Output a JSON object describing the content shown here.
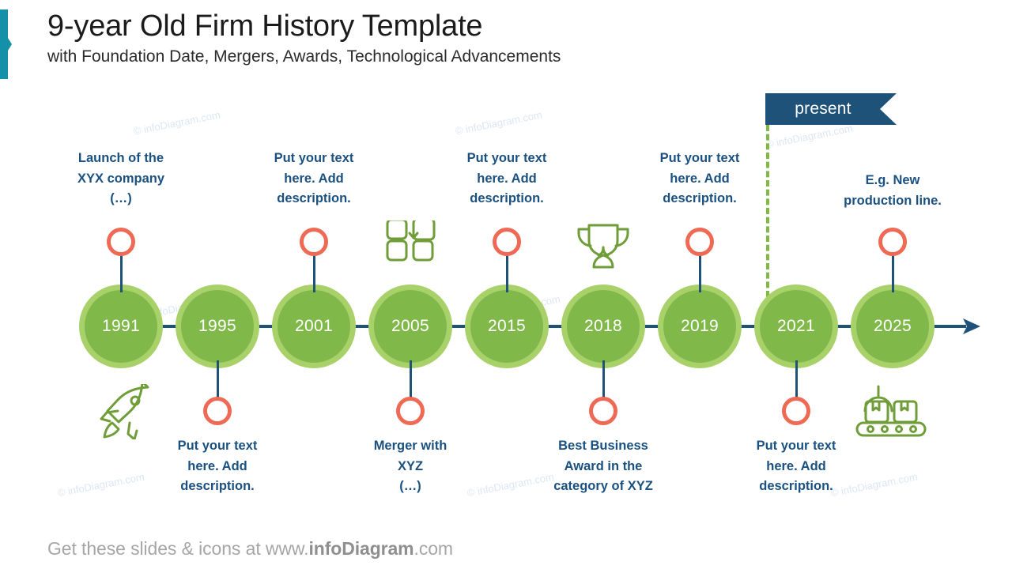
{
  "theme": {
    "accent_teal": "#1491a8",
    "navy": "#1b5180",
    "banner_blue": "#1f5279",
    "circle_outer_green": "#a9d169",
    "circle_inner_green": "#80b94a",
    "marker_red": "#ef6a54",
    "icon_green": "#6f9e38",
    "dashed_green": "#7fba42",
    "footer_grey": "#a6a6a6"
  },
  "header": {
    "title": "9-year Old Firm History Template",
    "subtitle": "with Foundation Date, Mergers, Awards, Technological Advancements"
  },
  "banner": {
    "present_label": "present"
  },
  "timeline": {
    "years": [
      "1991",
      "1995",
      "2001",
      "2005",
      "2015",
      "2018",
      "2019",
      "2021",
      "2025"
    ],
    "end_arrow": "arrow-right"
  },
  "milestones_above": [
    {
      "year": "1991",
      "text": "Launch of the\nXYX company\n(…)"
    },
    {
      "year": "2001",
      "text": "Put your text\nhere. Add\ndescription."
    },
    {
      "year": "2015",
      "text": "Put your text\nhere. Add\ndescription."
    },
    {
      "year": "2019",
      "text": "Put your text\nhere. Add\ndescription."
    },
    {
      "year": "2025",
      "text": "E.g. New\nproduction line."
    }
  ],
  "milestones_below": [
    {
      "year": "1995",
      "text": "Put your text\nhere. Add\ndescription."
    },
    {
      "year": "2005",
      "text": "Merger with\nXYZ\n(…)"
    },
    {
      "year": "2018",
      "text": "Best Business\nAward in the\ncategory of XYZ"
    },
    {
      "year": "2021",
      "text": "Put your text\nhere. Add\ndescription."
    }
  ],
  "icons": [
    {
      "name": "merger-squares-icon",
      "near_year": "2005"
    },
    {
      "name": "trophy-icon",
      "near_year": "2018"
    },
    {
      "name": "rocket-icon",
      "near_year": "1991"
    },
    {
      "name": "conveyor-belt-icon",
      "near_year": "2025"
    }
  ],
  "watermarks": [
    "© infoDiagram.com",
    "© infoDiagram.com",
    "© infoDiagram.com",
    "© infoDiagram.com",
    "© infoDiagram.com",
    "© infoDiagram.com",
    "© infoDiagram.com",
    "© infoDiagram.com"
  ],
  "footer": {
    "prefix": "Get these slides & icons at www.",
    "brand": "infoDiagram",
    "suffix": ".com"
  }
}
